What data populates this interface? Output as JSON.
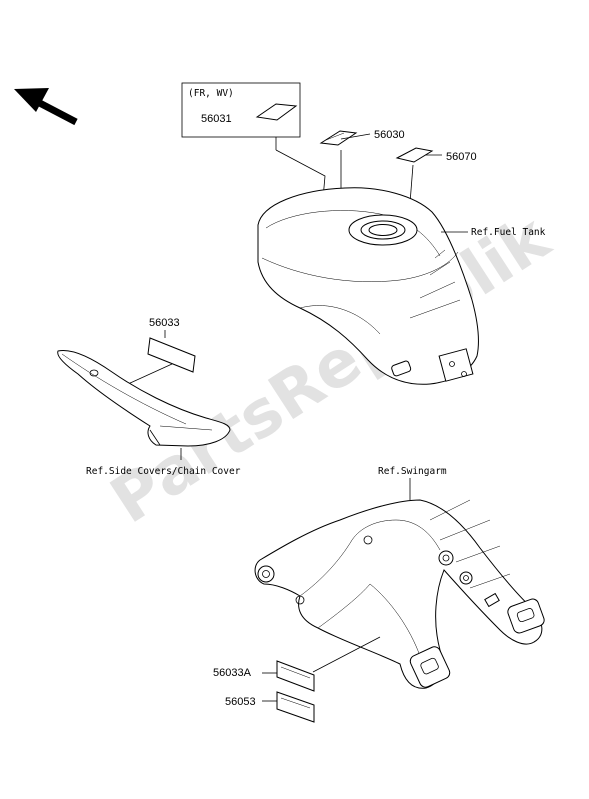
{
  "watermark": "PartsRepublik",
  "labels": {
    "fr_wv": "(FR, WV)",
    "part_56031": "56031",
    "part_56030": "56030",
    "part_56070": "56070",
    "ref_fuel_tank": "Ref.Fuel Tank",
    "part_56033": "56033",
    "ref_side_covers": "Ref.Side Covers/Chain Cover",
    "ref_swingarm": "Ref.Swingarm",
    "part_56033A": "56033A",
    "part_56053": "56053"
  },
  "icons": [
    "direction-arrow-icon"
  ]
}
